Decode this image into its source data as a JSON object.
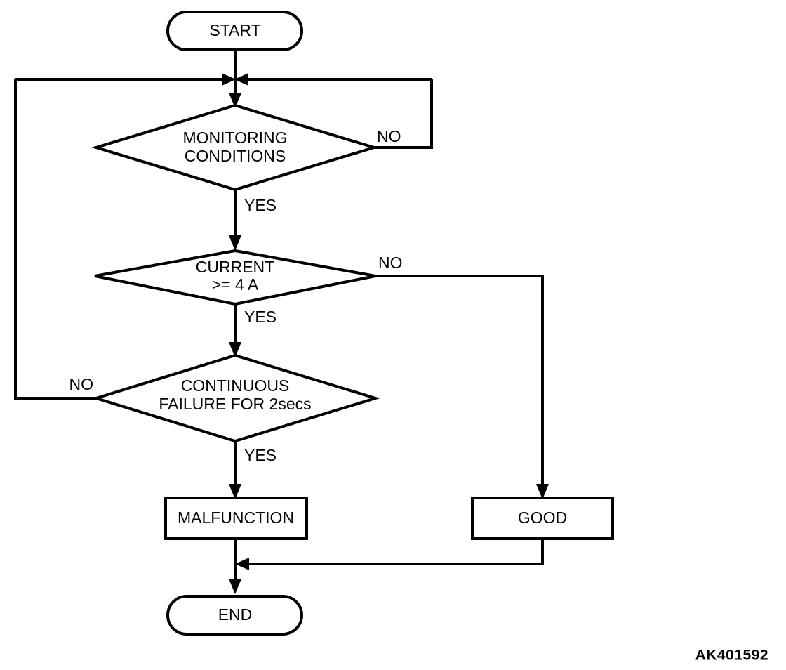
{
  "figure": {
    "id_label": "AK401592",
    "background_color": "#ffffff",
    "line_color": "#000000",
    "type": "flowchart"
  },
  "nodes": {
    "start": {
      "label": "START",
      "shape": "terminator"
    },
    "monitoring": {
      "label_line1": "MONITORING",
      "label_line2": "CONDITIONS",
      "shape": "decision"
    },
    "current": {
      "label_line1": "CURRENT",
      "label_line2": ">= 4 A",
      "shape": "decision"
    },
    "continuous": {
      "label_line1": "CONTINUOUS",
      "label_line2": "FAILURE FOR 2secs",
      "shape": "decision"
    },
    "malfunction": {
      "label": "MALFUNCTION",
      "shape": "process"
    },
    "good": {
      "label": "GOOD",
      "shape": "process"
    },
    "end": {
      "label": "END",
      "shape": "terminator"
    }
  },
  "edge_labels": {
    "monitoring_no": "NO",
    "monitoring_yes": "YES",
    "current_no": "NO",
    "current_yes": "YES",
    "continuous_no": "NO",
    "continuous_yes": "YES"
  }
}
